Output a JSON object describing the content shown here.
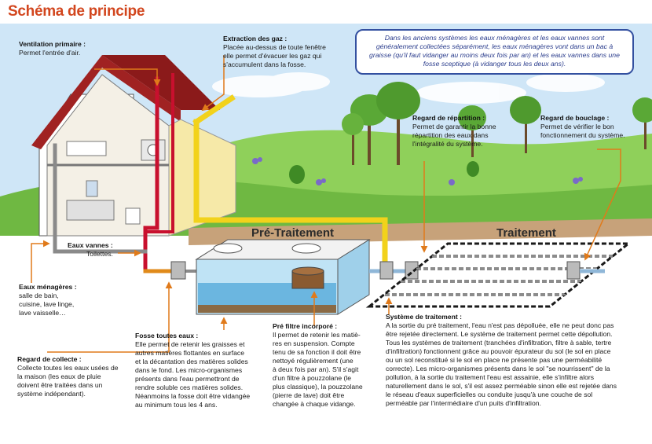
{
  "title": "Schéma de principe",
  "stages": {
    "pre_traitement": "Pré-Traitement",
    "traitement": "Traitement"
  },
  "info_bubble": "Dans les anciens systèmes les eaux ménagères et les eaux vannes sont généralement collectées séparément, les eaux ménagères vont dans un bac à graisse (qu'il faut vidanger au moins deux fois par an) et les eaux vannes dans une fosse sceptique (à vidanger tous les deux ans).",
  "labels": {
    "ventilation": {
      "title": "Ventilation primaire :",
      "text": "Permet l'entrée d'air."
    },
    "extraction": {
      "title": "Extraction des gaz :",
      "lines": [
        "Placée au-dessus de toute fenêtre",
        "elle permet d'évacuer les gaz qui",
        "s'accumulent dans la fosse."
      ]
    },
    "repartition": {
      "title": "Regard de répartition :",
      "lines": [
        "Permet de garantir la bonne",
        "répartition des eaux dans",
        "l'intégralité du système."
      ]
    },
    "bouclage": {
      "title": "Regard de bouclage :",
      "lines": [
        "Permet de vérifier le bon",
        "fonctionnement du système."
      ]
    },
    "eaux_vannes": {
      "title": "Eaux vannes :",
      "text": "Toilettes."
    },
    "eaux_menageres": {
      "title": "Eaux ménagères :",
      "lines": [
        "salle de bain,",
        "cuisine, lave linge,",
        "lave vaisselle…"
      ]
    },
    "regard_collecte": {
      "title": "Regard de collecte :",
      "lines": [
        "Collecte toutes les eaux usées de",
        "la maison (les eaux de pluie",
        "doivent être traitées dans un",
        "système indépendant)."
      ]
    },
    "fosse": {
      "title": "Fosse toutes eaux :",
      "lines": [
        "Elle permet de retenir les graisses et",
        "autres matières flottantes en surface",
        "et la décantation des matières solides",
        "dans le fond. Les micro-organismes",
        "présents dans l'eau permettront de",
        "rendre soluble ces matières solides.",
        "Néanmoins la fosse doit être vidangée",
        "au minimum tous les 4 ans."
      ]
    },
    "prefiltre": {
      "title": "Pré filtre incorporé :",
      "lines": [
        "Il permet de retenir les matiè-",
        "res en suspension. Compte",
        "tenu de sa fonction il doit être",
        "nettoyé régulièrement (une",
        "à deux fois par an). S'il s'agit",
        "d'un filtre à pouzzolane (le",
        "plus classique), la pouzzolane",
        "(pierre de lave) doit être",
        "changée à chaque vidange."
      ]
    },
    "systeme": {
      "title": "Système de traitement :",
      "lines": [
        "A la sortie du pré traitement, l'eau n'est pas dépolluée, elle ne peut donc pas",
        "être rejetée directement. Le système de traitement permet cette dépollution.",
        "Tous les systèmes de traitement (tranchées d'infiltration, filtre à sable, tertre",
        "d'infiltration) fonctionnent grâce au pouvoir épurateur du sol (le sol en place",
        "ou un sol reconstitué si le sol en place ne présente pas une perméabilité",
        "correcte). Les micro-organismes présents dans le sol \"se nourrissent\" de la",
        "pollution, à la sortie du traitement l'eau est assainie, elle s'infiltre alors",
        "naturellement dans le sol, s'il est assez perméable sinon elle est rejetée dans",
        "le réseau d'eaux superficielles ou conduite jusqu'à une couche de sol",
        "perméable par l'intermédiaire d'un puits d'infiltration."
      ]
    }
  },
  "colors": {
    "title": "#d2461e",
    "sky": "#cfe6f7",
    "grass": "#7fc24a",
    "dark_grass": "#4f9a2e",
    "soil": "#c7a27a",
    "roof": "#8b1a1a",
    "wall": "#f6e9a8",
    "pipe_red": "#c8102e",
    "pipe_yellow": "#f2d21b",
    "pipe_grey": "#8a8a8a",
    "bubble_border": "#3350a0",
    "arrow": "#e07a1a"
  }
}
